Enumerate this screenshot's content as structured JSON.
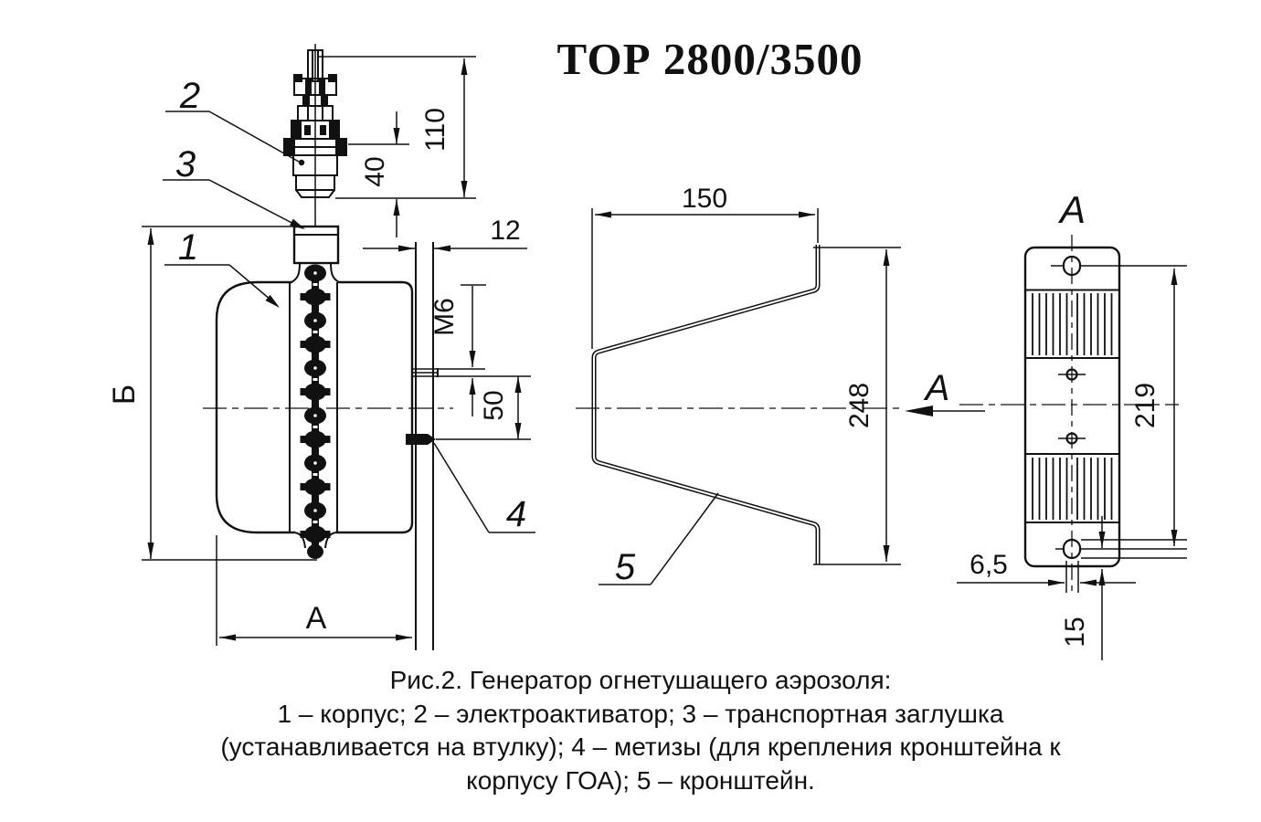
{
  "title": "ТОР 2800/3500",
  "dims": {
    "d110": "110",
    "d40": "40",
    "d12": "12",
    "m6": "М6",
    "d50": "50",
    "b": "Б",
    "a": "А",
    "d150": "150",
    "d248": "248",
    "d219": "219",
    "d65": "6,5",
    "d15": "15"
  },
  "view": {
    "arrow_label": "А",
    "title": "А"
  },
  "parts": {
    "p1": "1",
    "p2": "2",
    "p3": "3",
    "p4": "4",
    "p5": "5"
  },
  "caption": {
    "l1": "Рис.2. Генератор огнетушащего аэрозоля:",
    "l2": "1 – корпус;  2 – электроактиватор; 3 – транспортная заглушка",
    "l3": "(устанавливается на втулку); 4 – метизы (для крепления кронштейна к",
    "l4": "корпусу ГОА); 5 – кронштейн."
  }
}
